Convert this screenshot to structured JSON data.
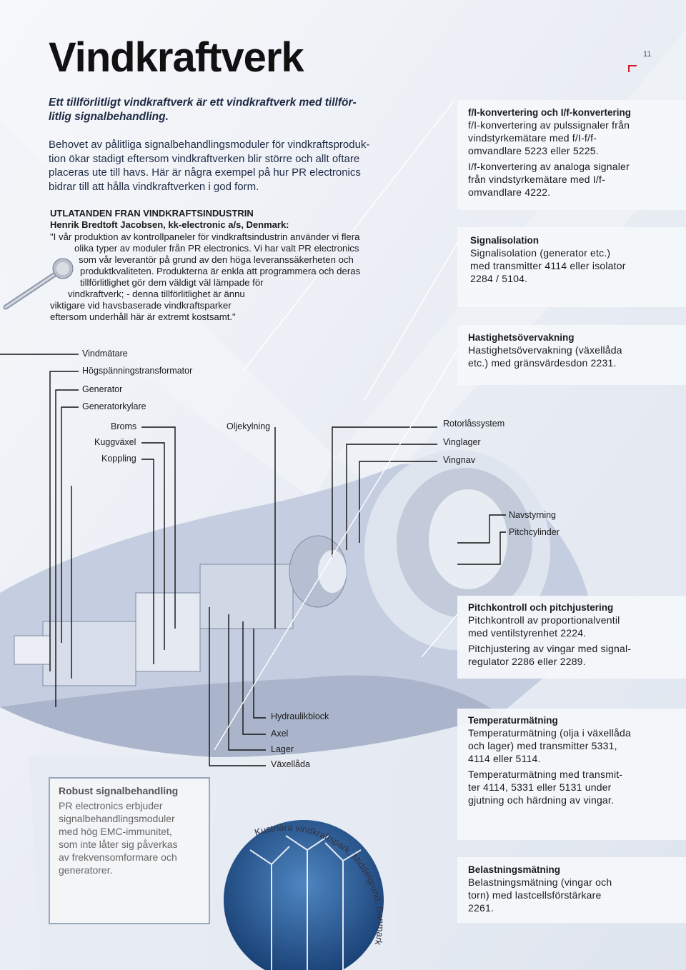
{
  "page": {
    "title": "Vindkraftverk",
    "number": "11"
  },
  "intro": {
    "lead": "Ett tillförlitligt vindkraftverk är ett vindkraftverk med tillförlitlig signalbehandling.",
    "lead_lines": [
      "Ett tillförlitligt vindkraftverk är ett vindkraftverk med tillför-",
      "litlig signalbehandling."
    ],
    "body_lines": [
      "Behovet av pålitliga signalbehandlingsmoduler för vindkraftsproduk-",
      "tion ökar stadigt eftersom vindkraftverken blir större och allt oftare",
      "placeras ute till havs. Här är några exempel på hur PR electronics",
      "bidrar till att hålla vindkraftverken i god form."
    ]
  },
  "quote": {
    "heading": "UTLATANDEN FRAN VINDKRAFTSINDUSTRIN",
    "author": "Henrik Bredtoft Jacobsen, kk-electronic a/s, Denmark:",
    "lines": [
      "\"I vår produktion av kontrollpaneler för vindkraftsindustrin använder vi flera",
      "olika typer av moduler från PR electronics. Vi har valt PR electronics",
      "som vår leverantör på grund av den höga leveranssäkerheten och",
      "produktkvaliteten. Produkterna är enkla att programmera och deras",
      "tillförlitlighet gör dem väldigt väl lämpade för",
      "vindkraftverk; - denna tillförlitlighet är ännu",
      "viktigare vid havsbaserade vindkraftsparker",
      "eftersom underhåll här är extremt kostsamt.\""
    ]
  },
  "labels": {
    "vindmatare": "Vindmätare",
    "hogspanning": "Högspänningstransformator",
    "generator": "Generator",
    "generatorkylare": "Generatorkylare",
    "broms": "Broms",
    "kuggvaxel": "Kuggväxel",
    "koppling": "Koppling",
    "oljekylning": "Oljekylning",
    "rotorlassystem": "Rotorlåssystem",
    "vinglager": "Vinglager",
    "vingnav": "Vingnav",
    "navstyrning": "Navstyrning",
    "pitchcylinder": "Pitchcylinder",
    "hydraulikblock": "Hydraulikblock",
    "axel": "Axel",
    "lager": "Lager",
    "vaxellada": "Växellåda"
  },
  "boxes": [
    {
      "title": "f/I-konvertering och I/f-konvertering",
      "paragraphs": [
        [
          "f/I-konvertering av pulssignaler från",
          "vindstyrkemätare med f/I-f/f-",
          "omvandlare 5223 eller 5225."
        ],
        [
          "I/f-konvertering av analoga signaler",
          "från vindstyrkemätare med I/f-",
          "omvandlare 4222."
        ]
      ]
    },
    {
      "title": "Signalisolation",
      "paragraphs": [
        [
          "Signalisolation (generator etc.)",
          "med transmitter 4114 eller isolator",
          "2284 / 5104."
        ]
      ]
    },
    {
      "title": "Hastighetsövervakning",
      "paragraphs": [
        [
          "Hastighetsövervakning (växellåda",
          "etc.) med gränsvärdesdon 2231."
        ]
      ]
    },
    {
      "title": "Pitchkontroll och pitchjustering",
      "paragraphs": [
        [
          "Pitchkontroll av proportionalventil",
          "med ventilstyrenhet 2224."
        ],
        [
          "Pitchjustering av vingar med signal-",
          "regulator 2286 eller 2289."
        ]
      ]
    },
    {
      "title": "Temperaturmätning",
      "paragraphs": [
        [
          "Temperaturmätning (olja i växellåda",
          "och lager) med transmitter 5331,",
          "4114 eller 5114."
        ],
        [
          "Temperaturmätning med transmit-",
          "ter 4114, 5331 eller 5131 under",
          "gjutning och härdning av vingar."
        ]
      ]
    },
    {
      "title": "Belastningsmätning",
      "paragraphs": [
        [
          "Belastningsmätning (vingar och",
          "torn) med lastcellsförstärkare",
          "2261."
        ]
      ]
    }
  ],
  "robust": {
    "title": "Robust signalbehandling",
    "lines": [
      "PR electronics erbjuder",
      "signalbehandlingsmoduler",
      "med hög EMC-immunitet,",
      "som inte låter sig påverkas",
      "av frekvensomformare och",
      "generatorer."
    ]
  },
  "photo_caption": "Kustnära vindkraftspark, Middelgrund, Danmark.",
  "colors": {
    "accent": "#d3152b",
    "nacelle": "#b8c2d6",
    "sea": "#1c4f8c"
  }
}
